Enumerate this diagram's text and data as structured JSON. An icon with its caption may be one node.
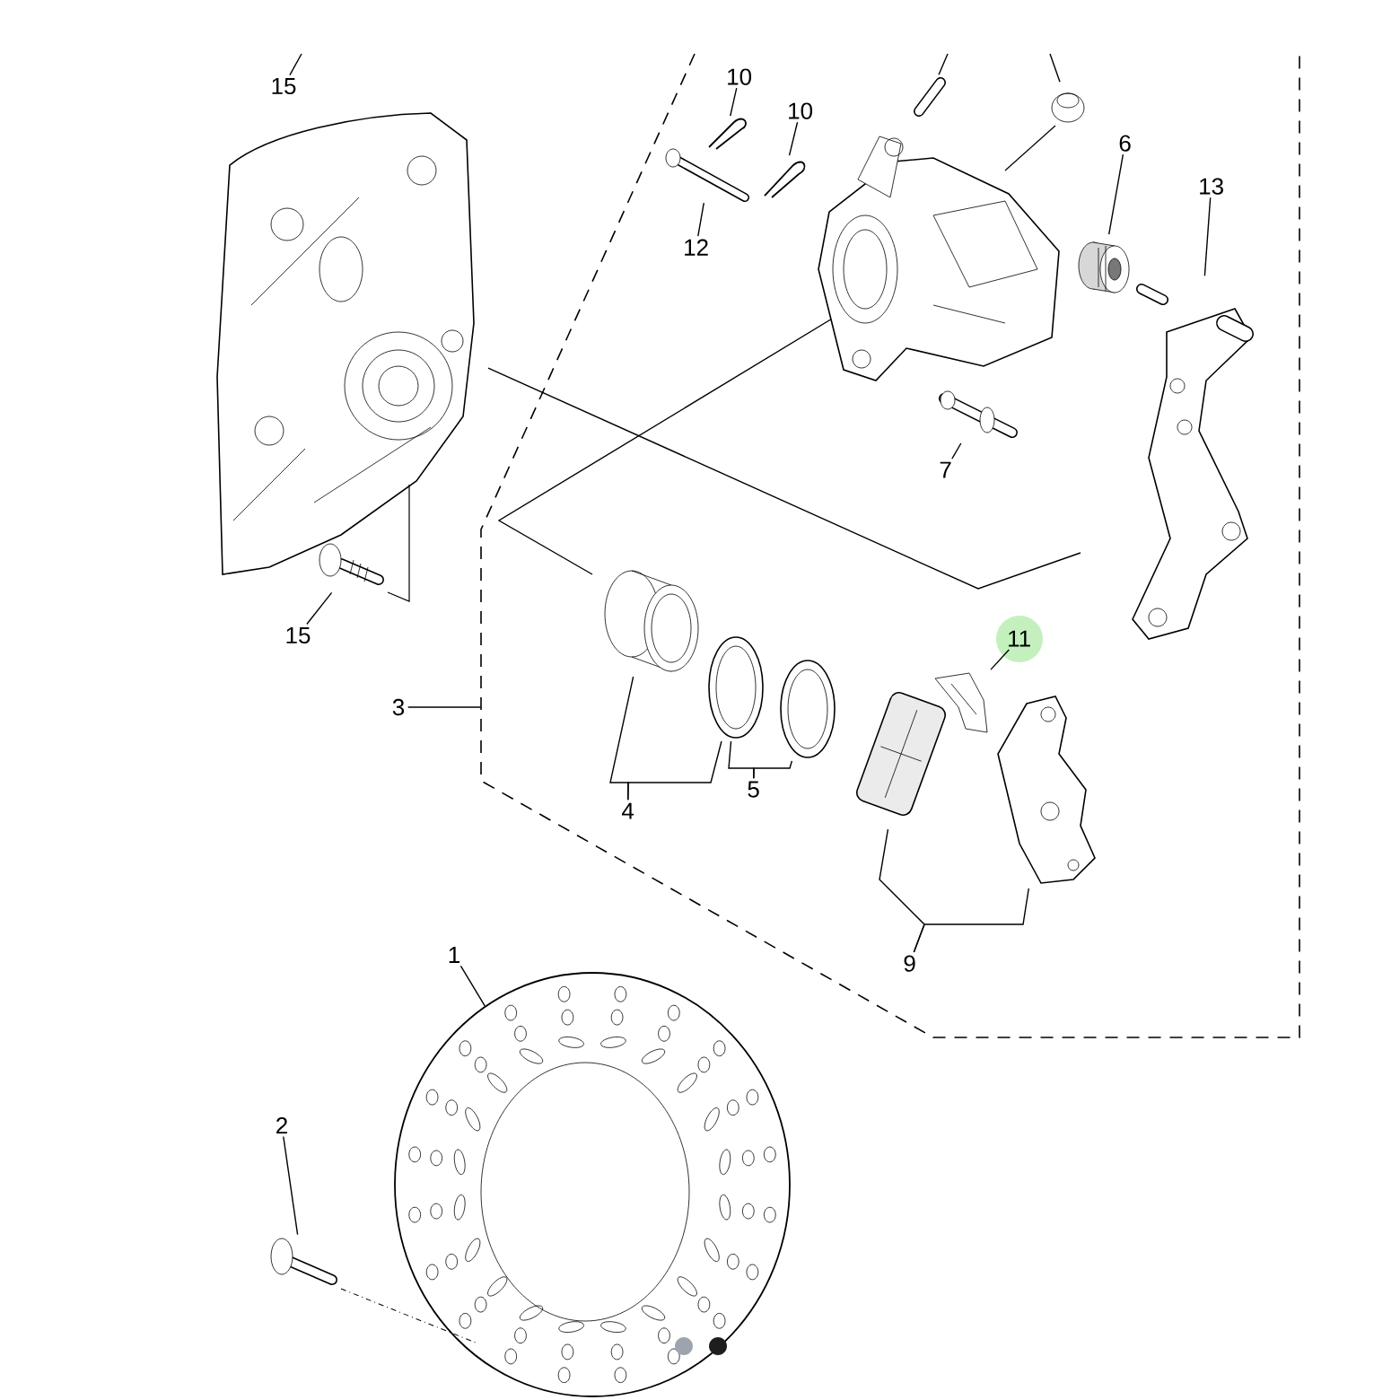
{
  "diagram": {
    "nodes": [
      {
        "text": [],
        "shape": "box"
      },
      {
        "text": [
          "15"
        ]
      },
      {
        "text": [],
        "shape": "picture"
      },
      {
        "text": [
          "10"
        ],
        "in": 0
      },
      {
        "text": [],
        "shape": "picture",
        "in": 0
      },
      {
        "text": [
          "10"
        ],
        "in": 0
      },
      {
        "text": [],
        "shape": "picture",
        "in": 0
      },
      {
        "text": [
          "12"
        ],
        "in": 0
      },
      {
        "text": [],
        "shape": "picture",
        "in": 0
      },
      {
        "text": [
          "6"
        ],
        "in": 0
      },
      {
        "text": [],
        "shape": "picture",
        "in": 0
      },
      {
        "text": [
          "13"
        ],
        "in": 0
      },
      {
        "text": [],
        "shape": "picture",
        "in": 0
      },
      {
        "text": [
          "7"
        ],
        "in": 0
      },
      {
        "text": [],
        "shape": "picture",
        "in": 0
      },
      {
        "text": [
          "15"
        ]
      },
      {
        "text": [],
        "shape": "picture"
      },
      {
        "text": [
          "3"
        ]
      },
      {
        "text": [
          "11"
        ],
        "in": 0
      },
      {
        "text": [],
        "shape": "picture",
        "in": 0
      },
      {
        "text": [],
        "shape": "picture",
        "in": 0
      },
      {
        "text": [],
        "shape": "picture",
        "in": 0
      },
      {
        "text": [],
        "shape": "picture",
        "in": 0
      },
      {
        "text": [],
        "shape": "picture",
        "in": 0
      },
      {
        "text": [],
        "shape": "picture",
        "in": 0
      },
      {
        "text": [
          "4"
        ],
        "in": 0
      },
      {
        "text": [
          "5"
        ],
        "in": 0
      },
      {
        "text": [
          "9"
        ],
        "in": 0
      },
      {
        "text": [
          "1"
        ]
      },
      {
        "text": [],
        "shape": "picture"
      },
      {
        "text": [
          "2"
        ]
      },
      {
        "text": [],
        "shape": "picture"
      },
      {
        "text": [],
        "shape": "picture",
        "in": 0
      },
      {
        "text": [],
        "shape": "picture",
        "in": 0
      }
    ],
    "edges": [
      {
        "from": 1,
        "to": null,
        "arrow": "none"
      },
      {
        "from": 3,
        "to": 4,
        "arrow": "none"
      },
      {
        "from": 5,
        "to": 6,
        "arrow": "none"
      },
      {
        "from": 7,
        "to": 8,
        "arrow": "none"
      },
      {
        "from": 9,
        "to": 10,
        "arrow": "none"
      },
      {
        "from": 11,
        "to": 12,
        "arrow": "none"
      },
      {
        "from": 13,
        "to": 14,
        "arrow": "none"
      },
      {
        "from": 15,
        "to": 16,
        "arrow": "none"
      },
      {
        "from": 17,
        "to": 0,
        "arrow": "none"
      },
      {
        "from": 18,
        "to": 19,
        "arrow": "none"
      },
      {
        "from": 25,
        "to": 20,
        "arrow": "none"
      },
      {
        "from": 25,
        "to": 21,
        "arrow": "none"
      },
      {
        "from": 26,
        "to": 21,
        "arrow": "none"
      },
      {
        "from": 26,
        "to": 22,
        "arrow": "none"
      },
      {
        "from": 27,
        "to": 23,
        "arrow": "none"
      },
      {
        "from": 27,
        "to": 24,
        "arrow": "none"
      },
      {
        "from": 28,
        "to": 29,
        "arrow": "none"
      },
      {
        "from": 30,
        "to": 31,
        "arrow": "none"
      },
      {
        "from": null,
        "to": 32,
        "arrow": "none"
      },
      {
        "from": null,
        "to": 33,
        "arrow": "none"
      }
    ]
  }
}
